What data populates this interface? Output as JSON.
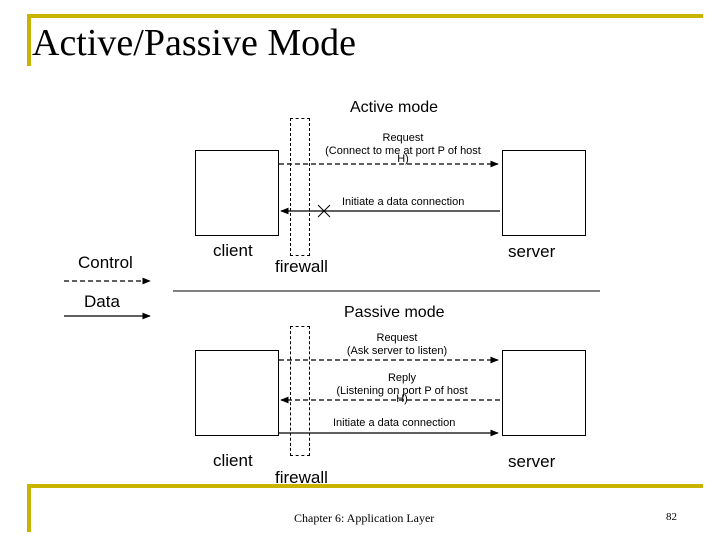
{
  "slide": {
    "title": "Active/Passive Mode",
    "footer": "Chapter 6: Application Layer",
    "page_number": "82"
  },
  "legend": {
    "control_label": "Control",
    "data_label": "Data"
  },
  "active_mode": {
    "title": "Active mode",
    "request_label_line1": "Request",
    "request_label_line2": "(Connect to me at port P of host",
    "request_label_line3": "H)",
    "data_conn_label": "Initiate a data connection",
    "client_label": "client",
    "server_label": "server",
    "firewall_label": "firewall"
  },
  "passive_mode": {
    "title": "Passive mode",
    "request_label_line1": "Request",
    "request_label_line2": "(Ask server to listen)",
    "reply_label_line1": "Reply",
    "reply_label_line2": "(Listening on port P of host",
    "reply_label_line3": "H)",
    "data_conn_label": "Initiate a data connection",
    "client_label": "client",
    "server_label": "server",
    "firewall_label": "firewall"
  }
}
